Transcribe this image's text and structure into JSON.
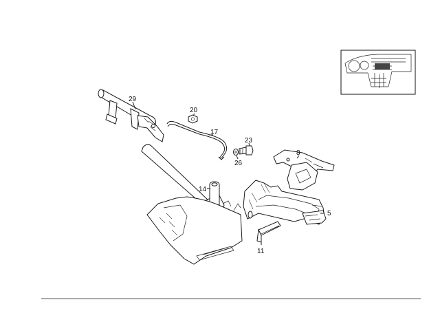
{
  "diagram": {
    "callouts": [
      {
        "id": "c29",
        "text": "29"
      },
      {
        "id": "c20",
        "text": "20"
      },
      {
        "id": "c17",
        "text": "17"
      },
      {
        "id": "c23",
        "text": "23"
      },
      {
        "id": "c26",
        "text": "26"
      },
      {
        "id": "c8",
        "text": "8"
      },
      {
        "id": "c14",
        "text": "14"
      },
      {
        "id": "c5",
        "text": "5"
      },
      {
        "id": "c11",
        "text": "11"
      }
    ]
  },
  "colors": {
    "line": "#1a1a1a",
    "background": "#ffffff",
    "footer_rule": "#555555"
  }
}
